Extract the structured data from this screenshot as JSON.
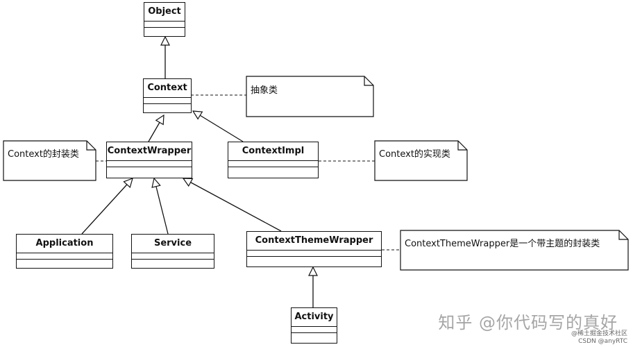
{
  "classes": {
    "object": "Object",
    "context": "Context",
    "context_wrapper": "ContextWrapper",
    "context_impl": "ContextImpl",
    "application": "Application",
    "service": "Service",
    "context_theme_wrapper": "ContextThemeWrapper",
    "activity": "Activity"
  },
  "notes": {
    "abstract": "抽象类",
    "wrapper": "Context的封装类",
    "impl": "Context的实现类",
    "theme_wrapper": "ContextThemeWrapper是一个带主题的封装类"
  },
  "watermark": {
    "zhihu": "知乎 @你代码写的真好",
    "juejin": "@稀土掘金技术社区",
    "csdn": "CSDN @anyRTC"
  }
}
